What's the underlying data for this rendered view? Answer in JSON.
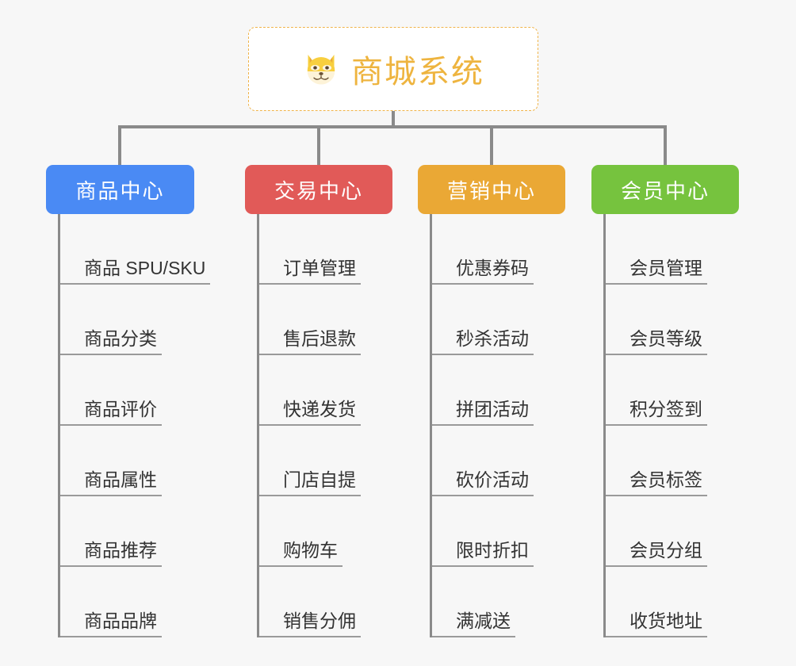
{
  "page": {
    "background_color": "#f7f7f7",
    "line_color": "#8a8a8a"
  },
  "root": {
    "title": "商城系统",
    "icon": "shiba-dog-face-emoji",
    "border_color": "#f0b44a",
    "text_color": "#eeb43f",
    "background_color": "#ffffff"
  },
  "branches": [
    {
      "label": "商品中心",
      "color": "#4a8af4",
      "items": [
        "商品 SPU/SKU",
        "商品分类",
        "商品评价",
        "商品属性",
        "商品推荐",
        "商品品牌"
      ]
    },
    {
      "label": "交易中心",
      "color": "#e15a58",
      "items": [
        "订单管理",
        "售后退款",
        "快递发货",
        "门店自提",
        "购物车",
        "销售分佣"
      ]
    },
    {
      "label": "营销中心",
      "color": "#eaa835",
      "items": [
        "优惠券码",
        "秒杀活动",
        "拼团活动",
        "砍价活动",
        "限时折扣",
        "满减送"
      ]
    },
    {
      "label": "会员中心",
      "color": "#76c33e",
      "items": [
        "会员管理",
        "会员等级",
        "积分签到",
        "会员标签",
        "会员分组",
        "收货地址"
      ]
    }
  ]
}
